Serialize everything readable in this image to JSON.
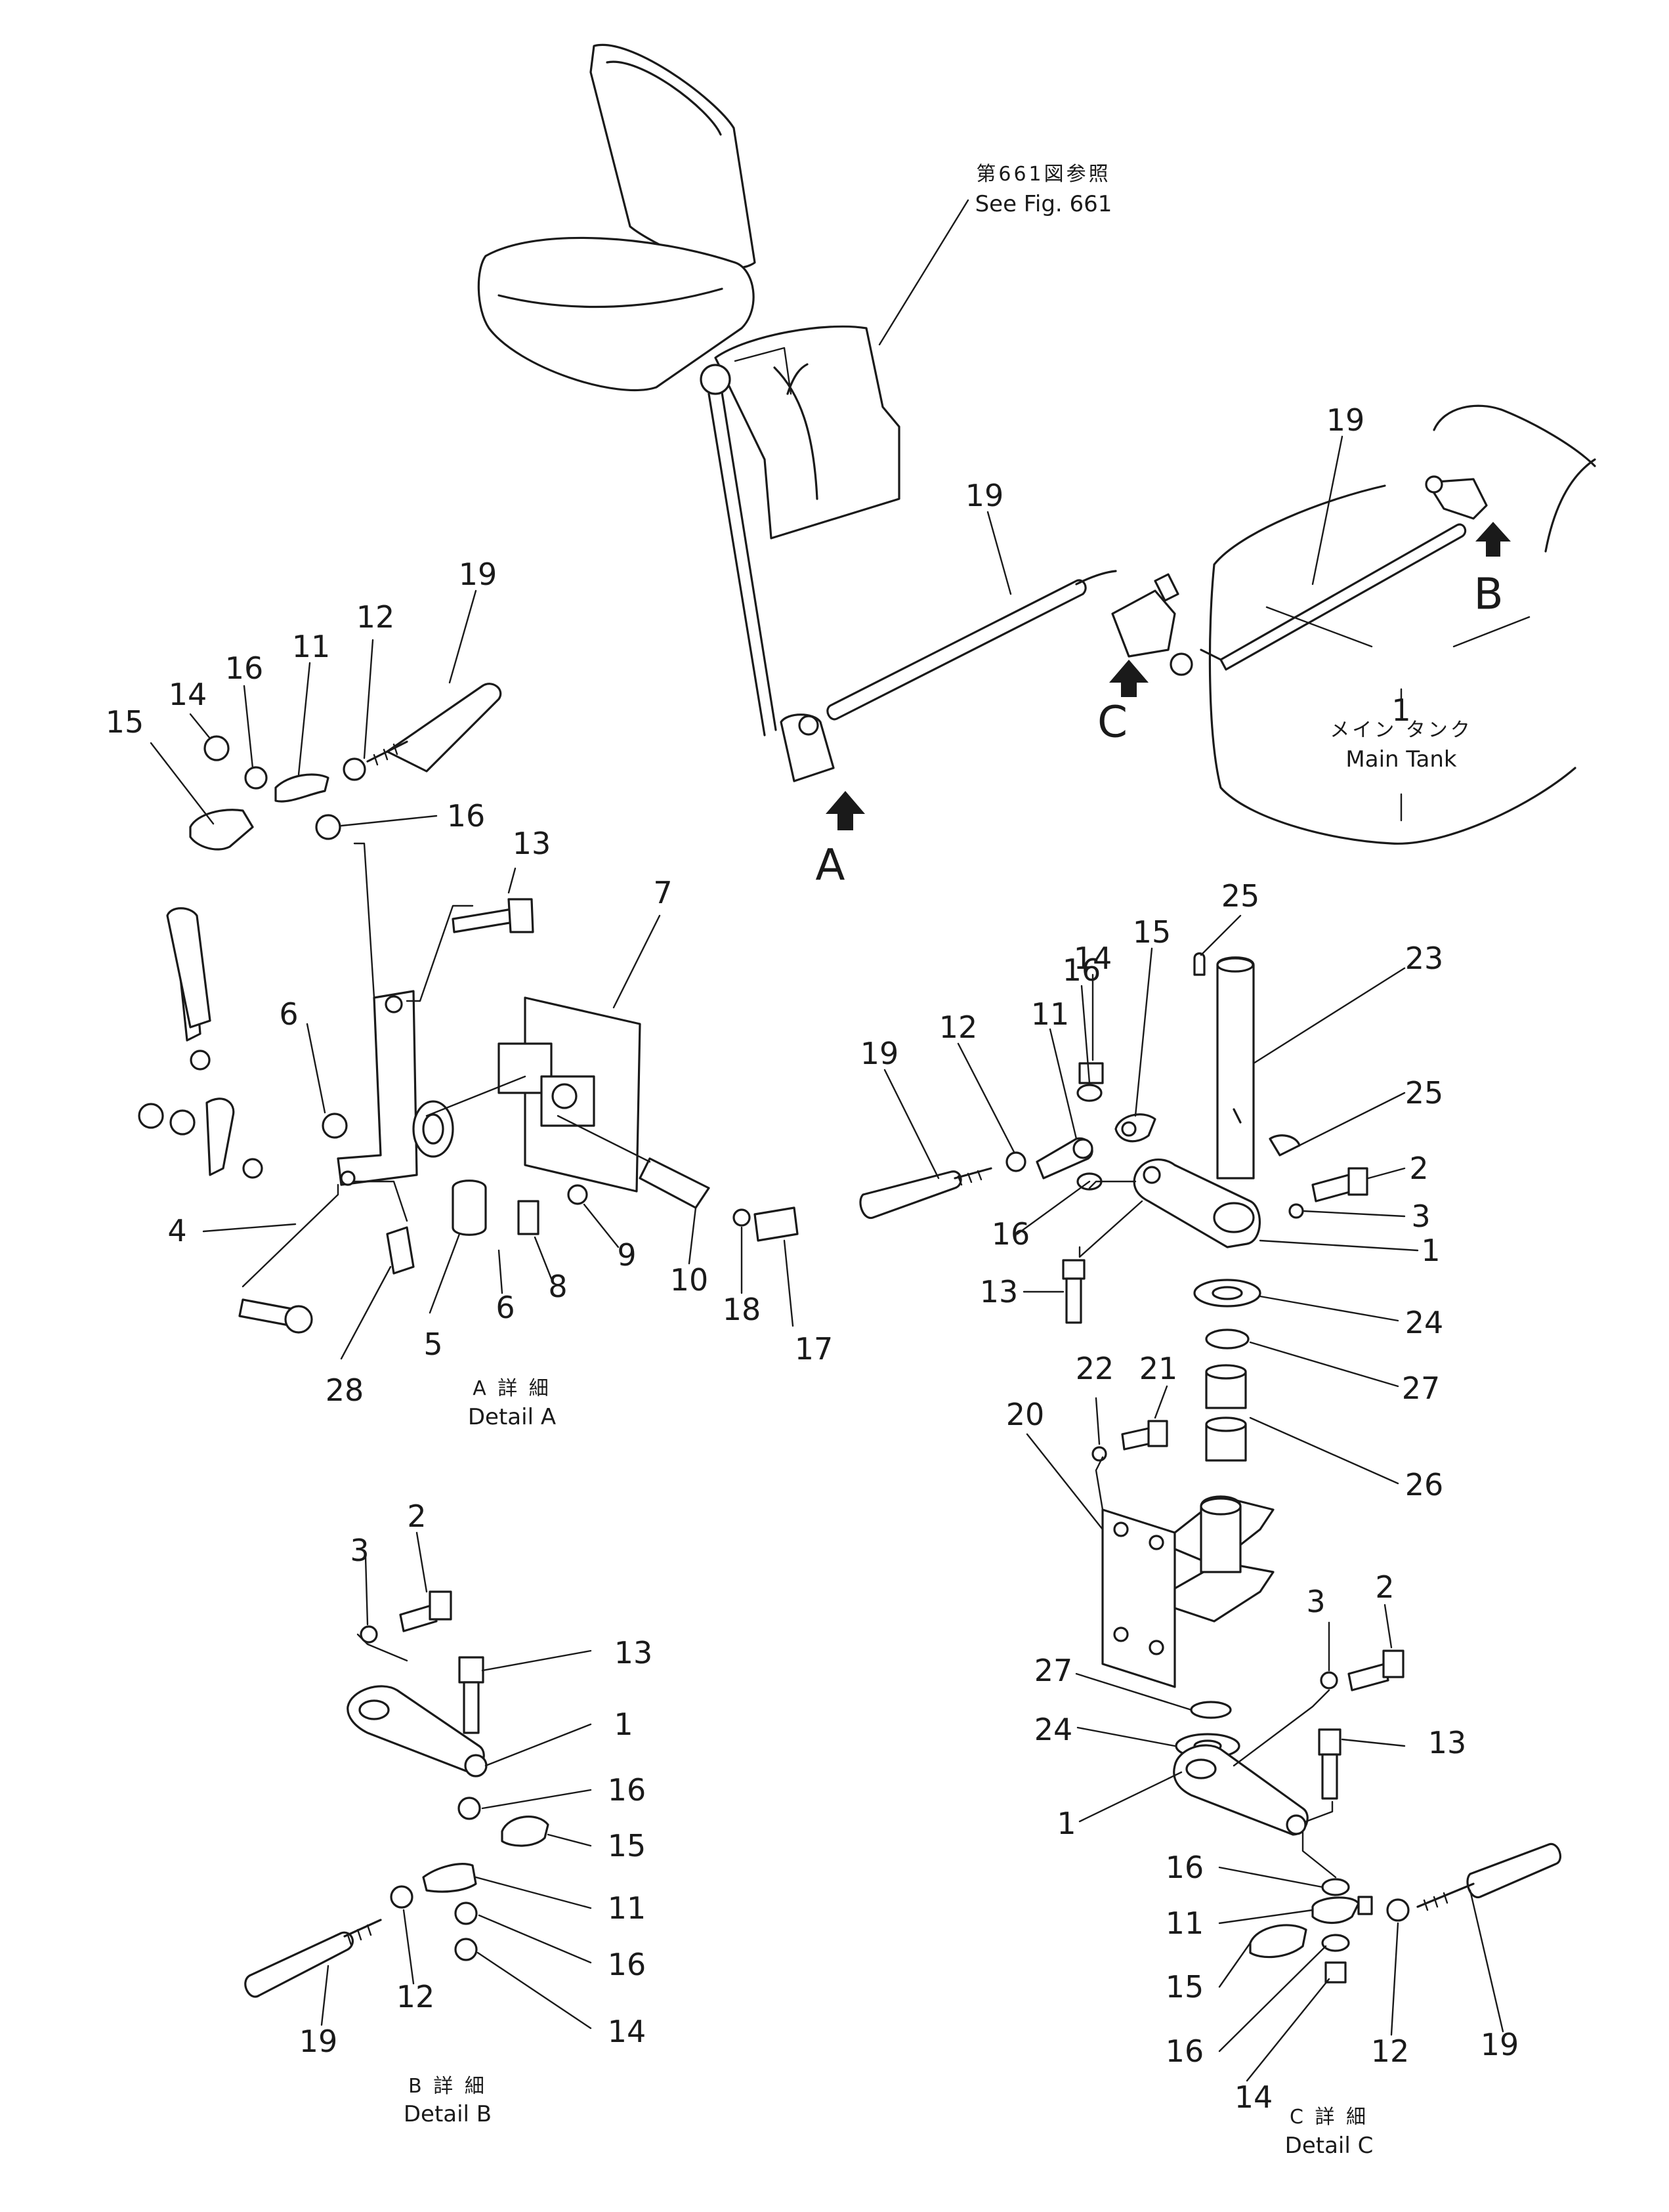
{
  "figure": {
    "reference": {
      "jp": "第661図参照",
      "en": "See Fig. 661"
    },
    "main_tank": {
      "jp": "メイン タンク",
      "en": "Main Tank"
    },
    "view_markers": [
      "A",
      "B",
      "C"
    ],
    "details": {
      "a": {
        "jp": "A 詳 細",
        "en": "Detail A"
      },
      "b": {
        "jp": "B 詳 細",
        "en": "Detail B"
      },
      "c": {
        "jp": "C 詳 細",
        "en": "Detail C"
      }
    }
  },
  "overview_callouts": [
    "19",
    "19",
    "1"
  ],
  "detail_a_callouts": [
    "19",
    "12",
    "11",
    "16",
    "14",
    "15",
    "16",
    "13",
    "7",
    "6",
    "4",
    "28",
    "5",
    "6",
    "8",
    "9",
    "10",
    "18",
    "17"
  ],
  "detail_b_callouts": [
    "3",
    "2",
    "13",
    "1",
    "16",
    "15",
    "11",
    "16",
    "14",
    "12",
    "19"
  ],
  "detail_c_callouts": [
    "25",
    "23",
    "15",
    "14",
    "16",
    "11",
    "12",
    "19",
    "25",
    "2",
    "3",
    "1",
    "16",
    "13",
    "24",
    "27",
    "26",
    "22",
    "21",
    "20",
    "3",
    "2",
    "27",
    "24",
    "13",
    "1",
    "16",
    "11",
    "15",
    "16",
    "14",
    "12",
    "19"
  ]
}
